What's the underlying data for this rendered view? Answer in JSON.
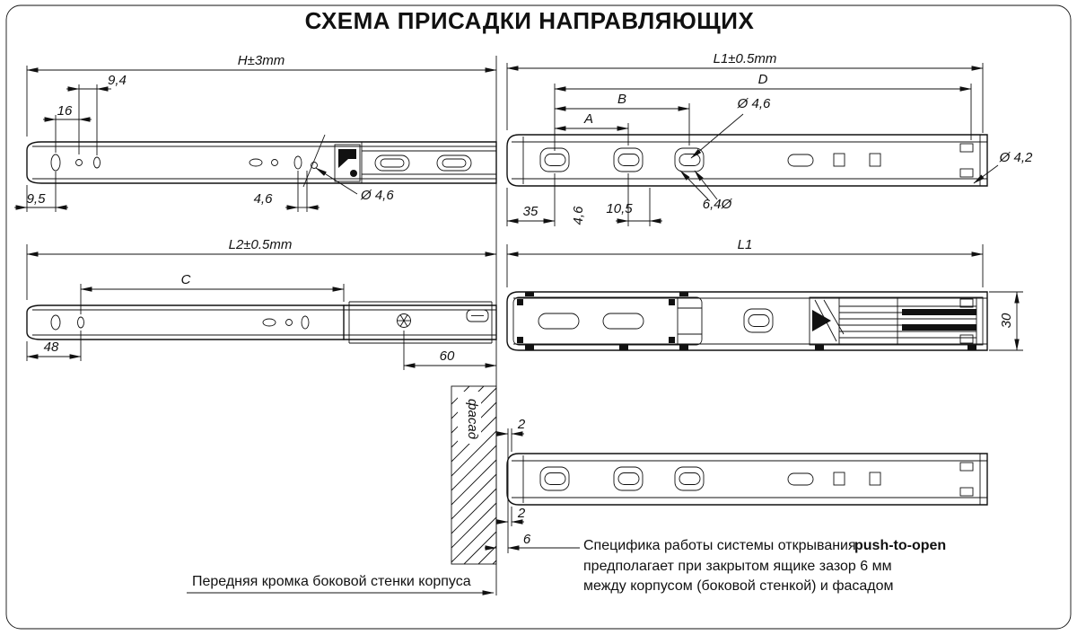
{
  "title": "СХЕМА ПРИСАДКИ НАПРАВЛЯЮЩИХ",
  "top_left_view": {
    "dim_h": "H±3mm",
    "dim_9_4": "9,4",
    "dim_16": "16",
    "dim_9_5": "9,5",
    "dim_4_6": "4,6",
    "dim_dia_4_6": "Ø 4,6"
  },
  "top_right_view": {
    "dim_l1": "L1±0.5mm",
    "dim_d": "D",
    "dim_b": "B",
    "dim_a": "A",
    "dim_dia_4_6": "Ø 4,6",
    "dim_35": "35",
    "dim_4_6": "4,6",
    "dim_10_5": "10,5",
    "dim_6_4": "6,4Ø",
    "dim_dia_4_2": "Ø 4,2"
  },
  "middle_left_view": {
    "dim_l2": "L2±0.5mm",
    "dim_c": "C",
    "dim_48": "48",
    "dim_60": "60"
  },
  "middle_right_view": {
    "dim_l1": "L1",
    "dim_30": "30"
  },
  "bottom_view": {
    "facade_label": "фасад",
    "dim_2_top": "2",
    "dim_2_bottom": "2",
    "dim_6": "6"
  },
  "notes": {
    "line1_text": "Специфика работы системы открывания",
    "line1_bold": "push-to-open",
    "line2": "предполагает при закрытом ящике зазор 6 мм",
    "line3": "между корпусом (боковой стенкой) и фасадом",
    "front_edge_label": "Передняя кромка боковой стенки корпуса"
  },
  "colors": {
    "line": "#111111",
    "background": "#ffffff"
  }
}
